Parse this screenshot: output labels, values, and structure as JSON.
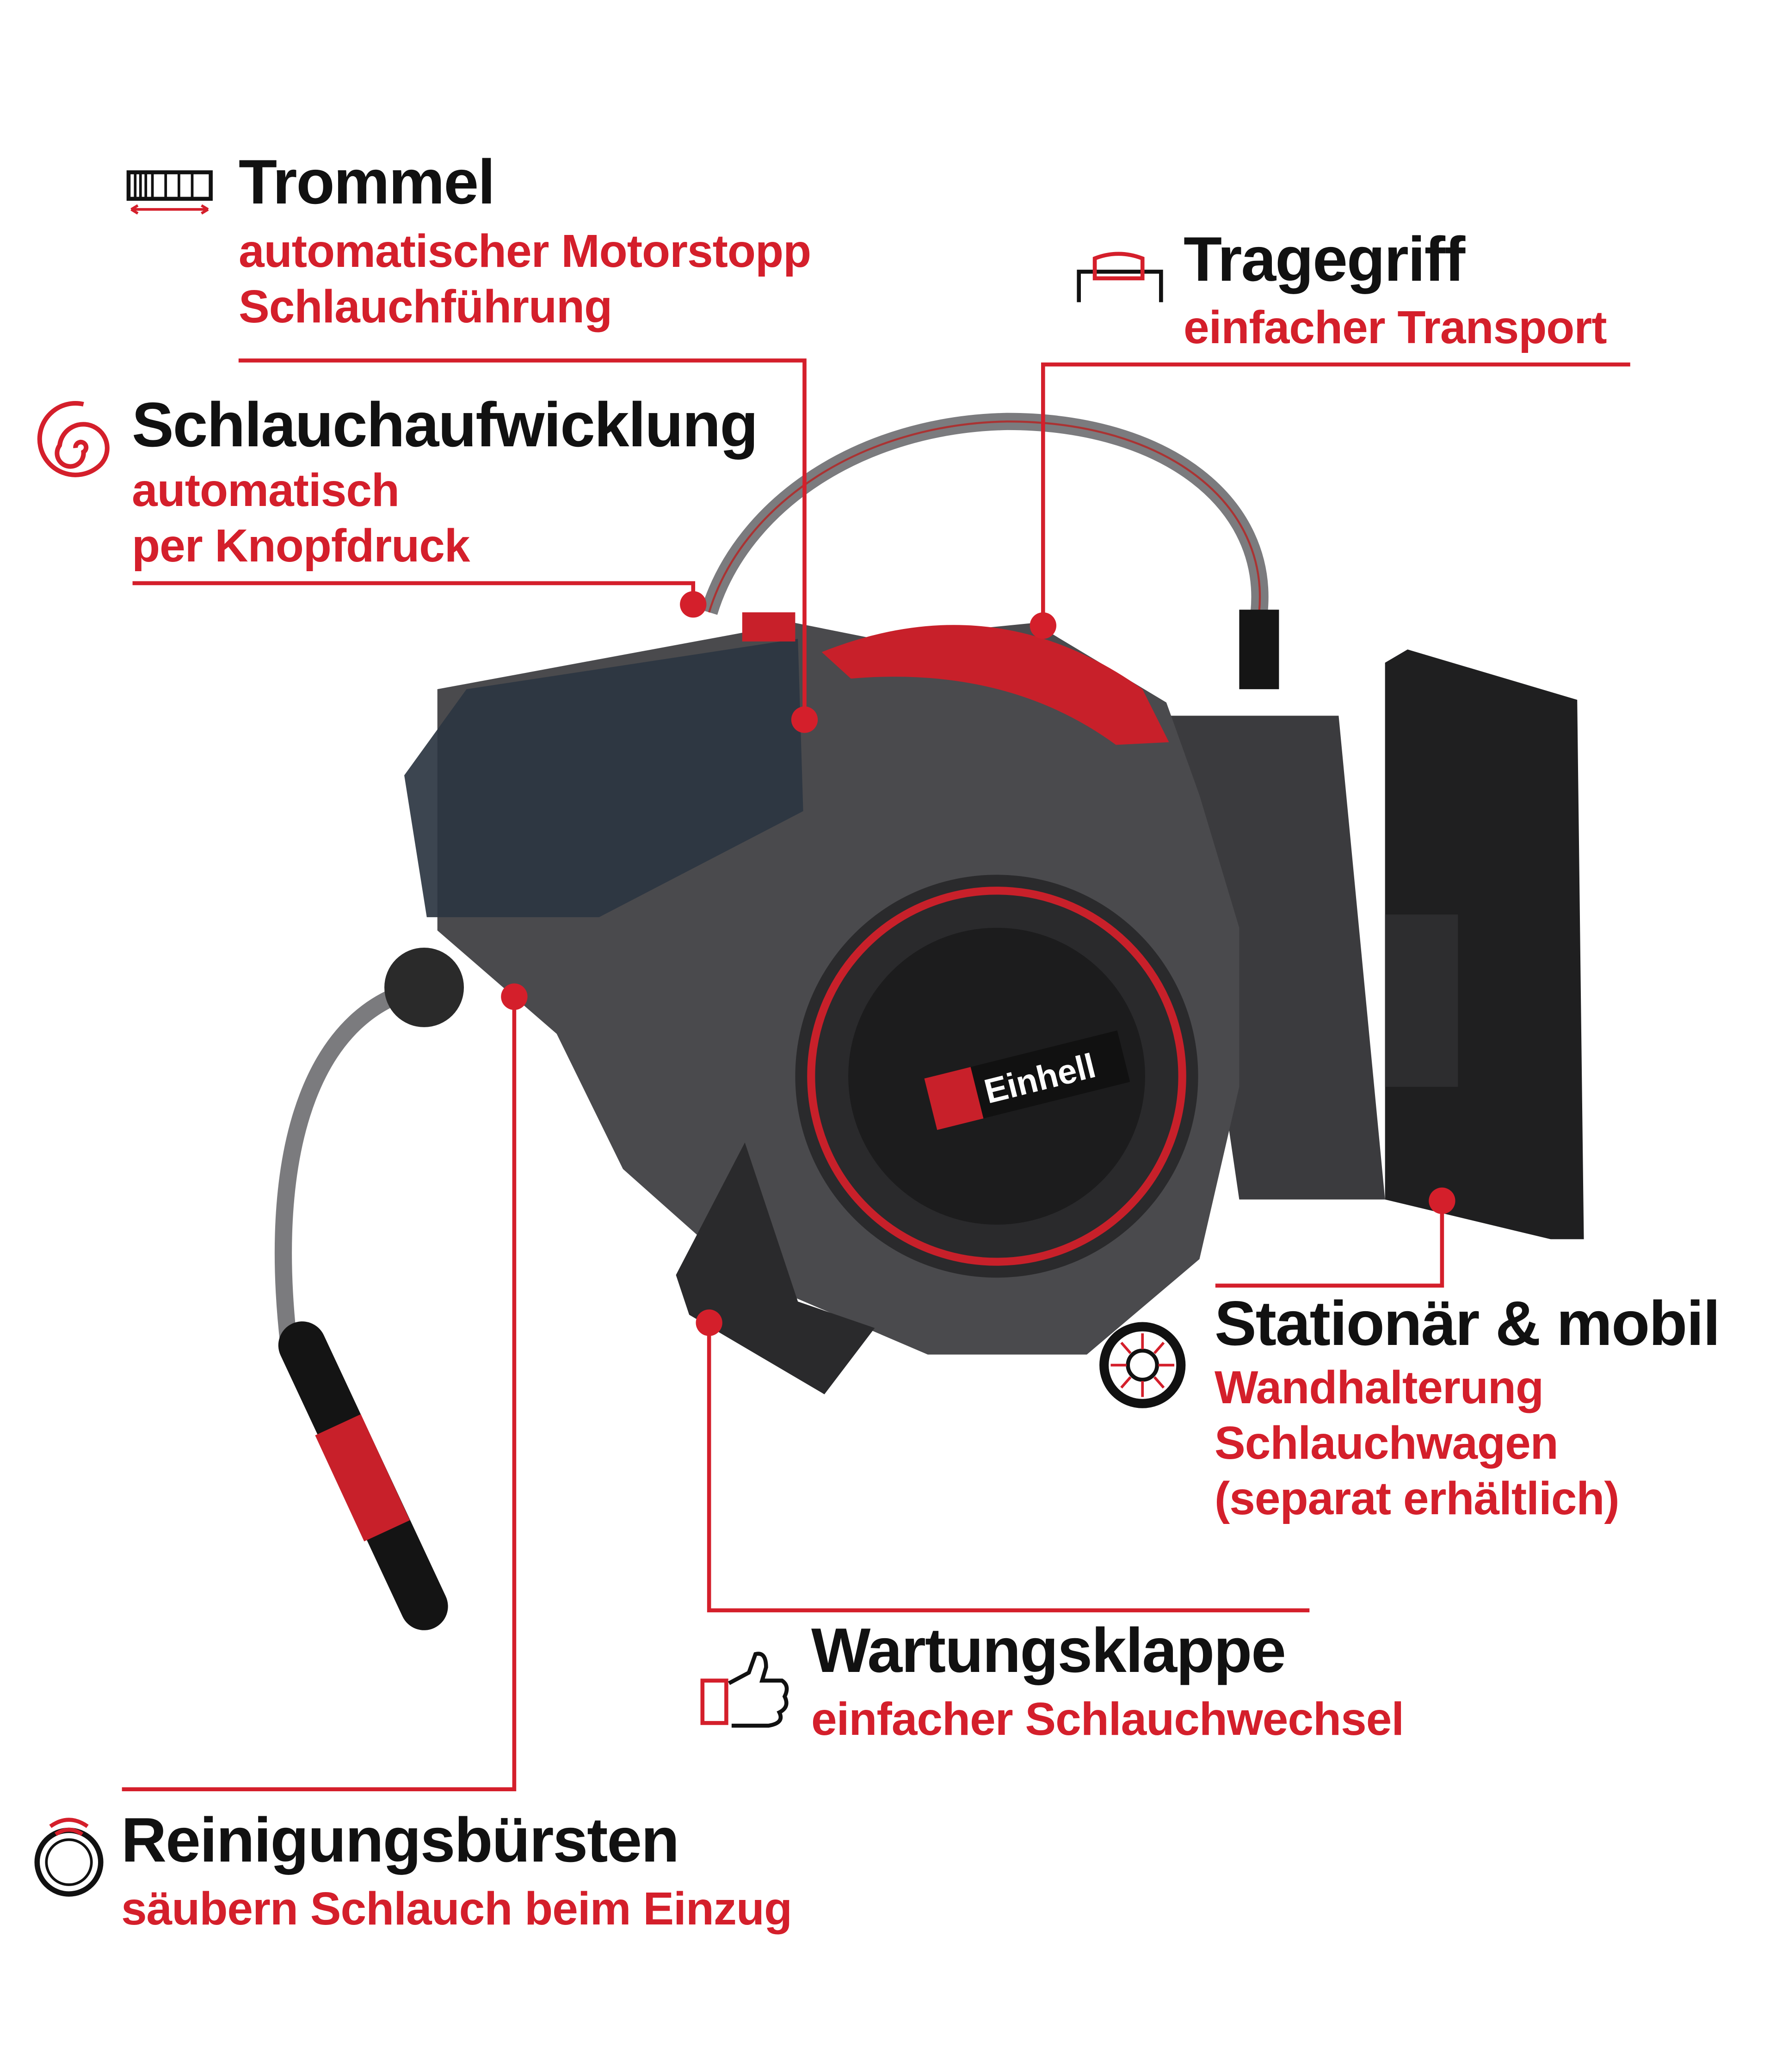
{
  "colors": {
    "accent": "#d41f2b",
    "text": "#111111",
    "body": "#4a4a4d"
  },
  "product": {
    "logo": "Einhell"
  },
  "features": [
    {
      "title": "Trommel",
      "lines": [
        "automatischer Motorstopp",
        "Schlauchführung"
      ],
      "icon": "drum-icon"
    },
    {
      "title": "Tragegriff",
      "lines": [
        "einfacher Transport"
      ],
      "icon": "carry-handle-icon"
    },
    {
      "title": "Schlauchaufwicklung",
      "lines": [
        "automatisch",
        "per Knopfdruck"
      ],
      "icon": "spiral-icon"
    },
    {
      "title": "Stationär & mobil",
      "lines": [
        "Wandhalterung",
        "Schlauchwagen",
        "(separat erhältlich)"
      ],
      "icon": "wheel-icon"
    },
    {
      "title": "Wartungsklappe",
      "lines": [
        "einfacher Schlauchwechsel"
      ],
      "icon": "thumbs-up-icon"
    },
    {
      "title": "Reinigungsbürsten",
      "lines": [
        "säubern Schlauch beim Einzug"
      ],
      "icon": "brush-ring-icon"
    }
  ]
}
